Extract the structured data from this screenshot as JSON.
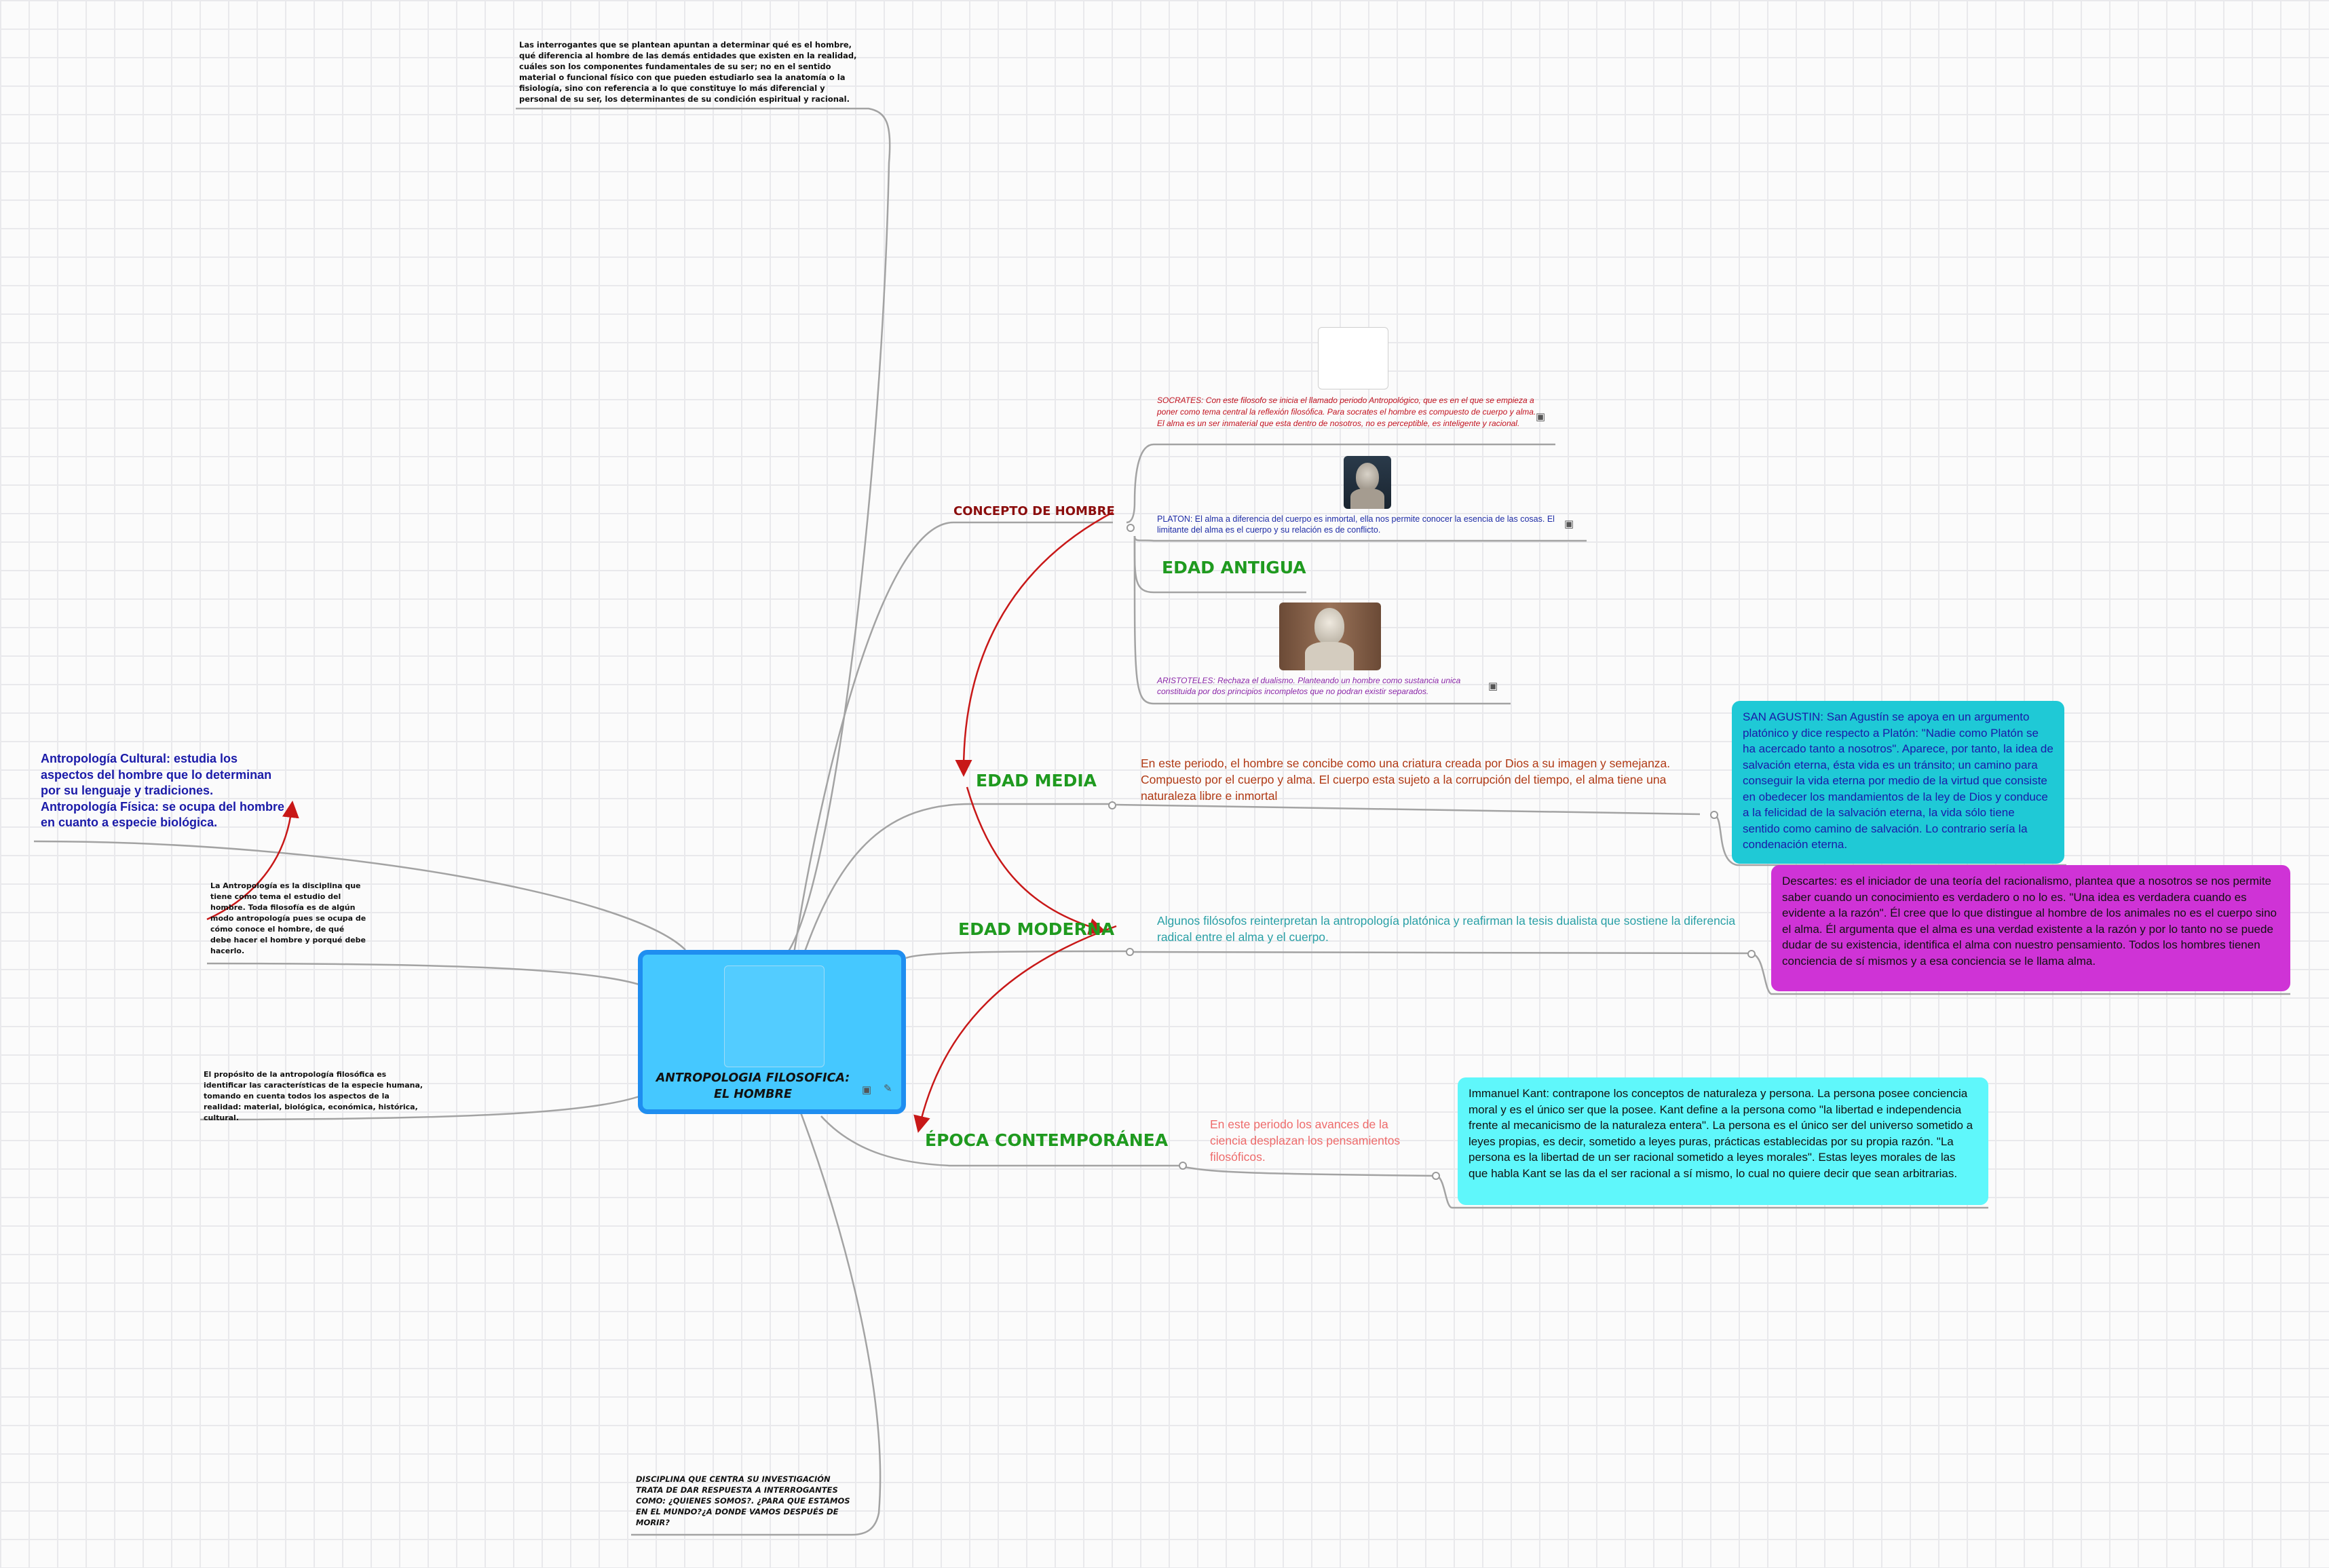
{
  "central": {
    "title": "ANTROPOLOGIA FILOSOFICA: EL HOMBRE",
    "icons": [
      "image-icon",
      "note-icon"
    ],
    "color": "#45c8ff",
    "border_color": "#1f8ef0"
  },
  "notes": {
    "intro": "Las interrogantes que se plantean apuntan a determinar qué es el hombre, qué diferencia al hombre de las demás entidades que existen en la realidad, cuáles son los componentes fundamentales de su ser; no en el sentido material o funcional físico con que pueden estudiarlo sea la anatomía o la fisiología, sino con referencia a lo que constituye lo más diferencial y personal de su ser, los determinantes de su condición espiritual y racional.",
    "cultural": "Antropología Cultural: estudia los aspectos del hombre que lo determinan por su lenguaje y tradiciones.\n Antropología Física: se ocupa del hombre en cuanto a especie biológica.",
    "disciplina": "La Antropología es la disciplina que tiene como tema el estudio del hombre. Toda filosofía es de algún modo antropología pues se ocupa de cómo conoce el hombre, de qué debe hacer el hombre y porqué debe hacerlo.",
    "proposito": "El propósito de la antropología filosófica es identificar las características de la especie humana, tomando en cuenta todos los aspectos de la realidad: material, biológica, económica, histórica, cultural.",
    "preguntas": "DISCIPLINA QUE CENTRA SU INVESTIGACIÓN TRATA DE DAR RESPUESTA A INTERROGANTES COMO: ¿QUIENES SOMOS?. ¿PARA  QUE ESTAMOS  EN EL MUNDO?¿A DONDE VAMOS DESPUÉS DE MORIR?"
  },
  "concepto": {
    "label": "CONCEPTO DE HOMBRE",
    "edad_antigua": "EDAD ANTIGUA",
    "socrates": "SOCRATES:   Con este filosofo se inicia el llamado  periodo Antropológico, que es en el que se empieza a poner como tema central la reflexión filosófica. Para socrates el hombre es compuesto de cuerpo  y alma. El alma es un ser inmaterial que esta dentro de nosotros, no es  perceptible, es inteligente y racional.",
    "platon": "PLATON: El alma a diferencia del cuerpo es inmortal, ella nos permite conocer la esencia de las cosas. El limitante del alma es el cuerpo y su relación es de conflicto.",
    "aristoteles": "ARISTOTELES: Rechaza el dualismo. Planteando  un hombre como sustancia unica constituida por dos principios incompletos que no podran existir separados."
  },
  "edad_media": {
    "label": "EDAD MEDIA",
    "text": "En este periodo, el hombre se concibe como una criatura creada por Dios a su imagen y semejanza. Compuesto por el cuerpo y alma. El cuerpo esta sujeto a la corrupción del tiempo, el alma tiene una naturaleza libre e inmortal",
    "card": "SAN AGUSTIN: San Agustín se apoya en un argumento platónico y dice respecto a Platón: \"Nadie como Platón se ha acercado tanto a nosotros\". Aparece, por tanto, la idea de salvación eterna, ésta vida es un tránsito; un camino para conseguir la vida eterna por medio de la virtud que consiste en obedecer los mandamientos de la ley de Dios y conduce a la felicidad de la salvación eterna, la vida sólo tiene sentido como camino de salvación. Lo contrario sería la condenación eterna.",
    "card_color": "#1fc9d6",
    "text_color": "#b03a15"
  },
  "edad_moderna": {
    "label": "EDAD MODERNA",
    "text": "Algunos filósofos reinterpretan la antropología platónica y reafirman la tesis dualista que sostiene la diferencia radical entre el alma y el cuerpo.",
    "card": "Descartes:  es el iniciador de una teoría del racionalismo, plantea que a nosotros se nos permite saber cuando un conocimiento es verdadero o no lo es. \"Una idea es verdadera cuando es evidente a la razón\". Él cree que lo que distingue al hombre de los animales no es el cuerpo sino el alma. Él argumenta que el alma es una verdad existente a la razón y por lo tanto no se puede dudar de su existencia, identifica el alma con nuestro pensamiento. Todos los hombres tienen conciencia de sí mismos y a esa conciencia se le llama alma.",
    "card_color": "#cf33d6",
    "text_color": "#2aa0a6"
  },
  "contemporanea": {
    "label": "ÉPOCA CONTEMPORÁNEA",
    "text": "En este periodo los avances de la ciencia desplazan los pensamientos filosóficos.",
    "card": "Immanuel Kant: contrapone los conceptos de naturaleza y persona. La persona posee conciencia moral y es el único ser que la posee. Kant define a la persona como \"la libertad e independencia frente al mecanicismo de la naturaleza entera\". La persona es el único ser del universo sometido a leyes propias, es decir, sometido a leyes puras, prácticas establecidas por su propia razón. \"La persona es la libertad de un ser racional sometido a leyes morales\". Estas leyes morales de las que habla Kant se las da el ser racional a sí mismo, lo cual no quiere decir que sean arbitrarias.",
    "card_color": "#5ff7fb",
    "text_color": "#ee6b6b"
  },
  "colors": {
    "branch_green": "#1f9a1f",
    "concept_red": "#8b0d0d",
    "arrow_red": "#c81818",
    "link_gray": "#a3a3a3",
    "navy": "#1a1aa8"
  }
}
